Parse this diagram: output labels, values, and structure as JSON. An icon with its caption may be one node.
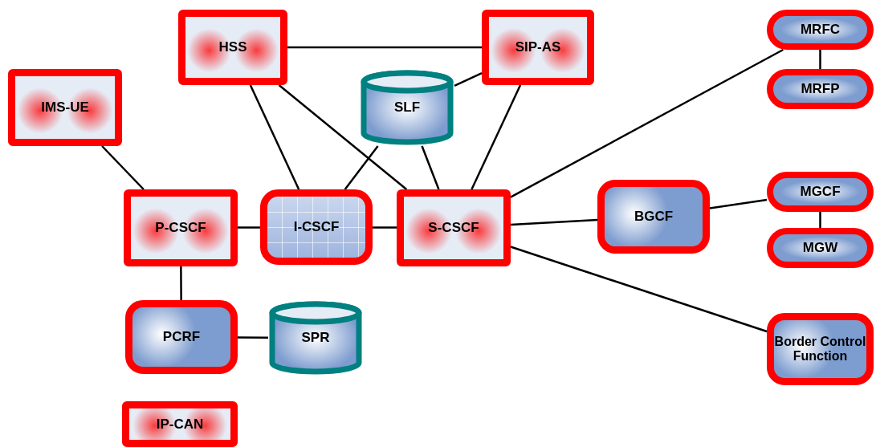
{
  "diagram": {
    "nodes": [
      {
        "text": [
          "HSS"
        ]
      },
      {
        "text": [
          "SIP-AS"
        ]
      },
      {
        "text": [
          "SLF"
        ]
      },
      {
        "text": [
          "IMS-UE"
        ]
      },
      {
        "text": [
          "P-CSCF"
        ]
      },
      {
        "text": [
          "I-CSCF"
        ]
      },
      {
        "text": [
          "S-CSCF"
        ]
      },
      {
        "text": [
          "BGCF"
        ]
      },
      {
        "text": [
          "MRFC"
        ]
      },
      {
        "text": [
          "MRFP"
        ]
      },
      {
        "text": [
          "MGCF"
        ]
      },
      {
        "text": [
          "MGW"
        ]
      },
      {
        "text": [
          "Border Control Function"
        ]
      },
      {
        "text": [
          "PCRF"
        ]
      },
      {
        "text": [
          "SPR"
        ]
      },
      {
        "text": [
          "IP-CAN"
        ]
      }
    ],
    "edges": [
      {
        "from": 0,
        "to": 1,
        "arrow": "none"
      },
      {
        "from": 1,
        "to": 2,
        "arrow": "none"
      },
      {
        "from": 0,
        "to": 5,
        "arrow": "none"
      },
      {
        "from": 0,
        "to": 6,
        "arrow": "none"
      },
      {
        "from": 2,
        "to": 5,
        "arrow": "none"
      },
      {
        "from": 2,
        "to": 6,
        "arrow": "none"
      },
      {
        "from": 1,
        "to": 6,
        "arrow": "none"
      },
      {
        "from": 3,
        "to": 4,
        "arrow": "none"
      },
      {
        "from": 4,
        "to": 5,
        "arrow": "none"
      },
      {
        "from": 5,
        "to": 6,
        "arrow": "none"
      },
      {
        "from": 6,
        "to": 8,
        "arrow": "none"
      },
      {
        "from": 6,
        "to": 7,
        "arrow": "none"
      },
      {
        "from": 6,
        "to": 12,
        "arrow": "none"
      },
      {
        "from": 7,
        "to": 10,
        "arrow": "none"
      },
      {
        "from": 8,
        "to": 9,
        "arrow": "none"
      },
      {
        "from": 10,
        "to": 11,
        "arrow": "none"
      },
      {
        "from": 4,
        "to": 13,
        "arrow": "none"
      },
      {
        "from": 13,
        "to": 14,
        "arrow": "none"
      }
    ]
  }
}
